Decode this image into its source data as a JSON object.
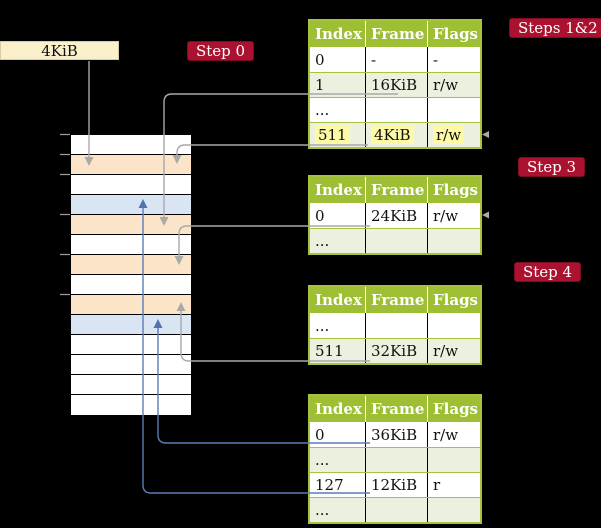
{
  "labels": {
    "frame_box": "4KiB",
    "step0": "Step 0",
    "steps12": "Steps 1&2",
    "step3": "Step 3",
    "step4": "Step 4"
  },
  "colors": {
    "badge_bg": "#ab1230",
    "table_header_green": "#9ebf34",
    "table_row_green": "#ebf1de",
    "highlight_yellow": "#fdf9a4",
    "memory_peach": "#fce4c8",
    "memory_blue": "#d9e5f3",
    "frame_box_cream": "#faf0cb",
    "gray_arrow": "#a9a9a9",
    "blue_arrow": "#5b7cb8"
  },
  "memory": {
    "rows": [
      "white",
      "peach",
      "white",
      "blue",
      "peach",
      "white",
      "peach",
      "white",
      "peach",
      "blue",
      "white",
      "white",
      "white",
      "white"
    ]
  },
  "table_columns": [
    "Index",
    "Frame",
    "Flags"
  ],
  "tables": [
    {
      "name": "page-table-steps-1-2",
      "rows": [
        {
          "cells": [
            "0",
            "-",
            "-"
          ],
          "highlight": false
        },
        {
          "cells": [
            "1",
            "16KiB",
            "r/w"
          ],
          "highlight": false
        },
        {
          "cells": [
            "...",
            "",
            ""
          ],
          "highlight": false
        },
        {
          "cells": [
            "511",
            "4KiB",
            "r/w"
          ],
          "highlight": true
        }
      ]
    },
    {
      "name": "page-table-step-3",
      "rows": [
        {
          "cells": [
            "0",
            "24KiB",
            "r/w"
          ],
          "highlight": false
        },
        {
          "cells": [
            "...",
            "",
            ""
          ],
          "highlight": false
        }
      ]
    },
    {
      "name": "page-table-step-4",
      "rows": [
        {
          "cells": [
            "...",
            "",
            ""
          ],
          "highlight": false
        },
        {
          "cells": [
            "511",
            "32KiB",
            "r/w"
          ],
          "highlight": false
        }
      ]
    },
    {
      "name": "page-table-final",
      "rows": [
        {
          "cells": [
            "0",
            "36KiB",
            "r/w"
          ],
          "highlight": false
        },
        {
          "cells": [
            "...",
            "",
            ""
          ],
          "highlight": false
        },
        {
          "cells": [
            "127",
            "12KiB",
            "r"
          ],
          "highlight": false
        },
        {
          "cells": [
            "...",
            "",
            ""
          ],
          "highlight": false
        }
      ]
    }
  ]
}
